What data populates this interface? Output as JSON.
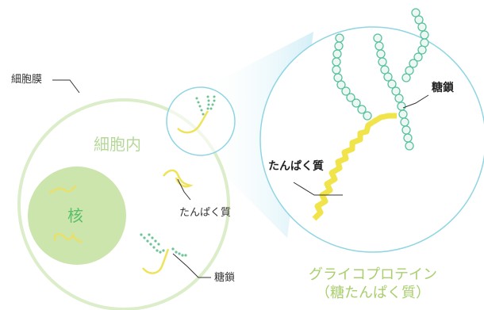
{
  "labels": {
    "cell_membrane": "細胞膜",
    "cytoplasm": "細胞内",
    "nucleus": "核",
    "protein_small": "たんぱく質",
    "sugar_chain_small": "糖鎖",
    "sugar_chain_large": "糖鎖",
    "protein_large": "たんぱく質",
    "glycoprotein_line1": "グライコプロテイン",
    "glycoprotein_line2": "（糖たんぱく質）"
  },
  "colors": {
    "cell_outline": "#d9ebc8",
    "nucleus_fill": "#c9e4aa",
    "protein_yellow": "#f1e64a",
    "sugar_bead_fill": "#eef8f3",
    "sugar_bead_stroke": "#58c0a0",
    "zoom_circle": "#8fd5e2",
    "zoom_beam": "#bfe8f3"
  }
}
